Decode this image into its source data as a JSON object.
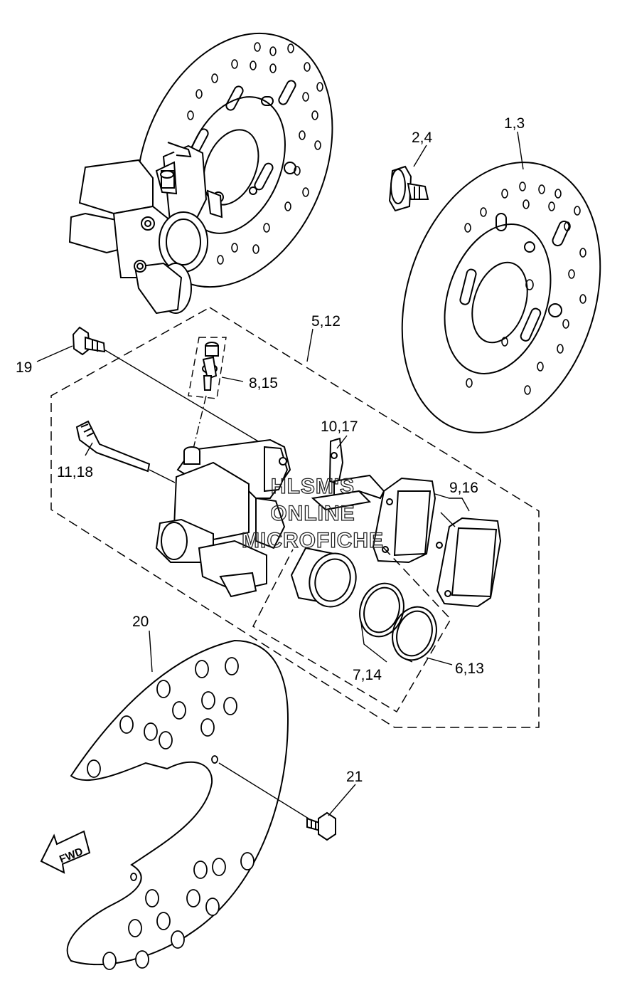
{
  "diagram": {
    "labels": {
      "p1_3": "1,3",
      "p2_4": "2,4",
      "p5_12": "5,12",
      "p6_13": "6,13",
      "p7_14": "7,14",
      "p8_15": "8,15",
      "p9_16": "9,16",
      "p10_17": "10,17",
      "p11_18": "11,18",
      "p19": "19",
      "p20": "20",
      "p21": "21"
    },
    "watermark": [
      "HLSM'S",
      "ONLINE",
      "MICROFICHE"
    ],
    "direction_badge": "FWD"
  }
}
